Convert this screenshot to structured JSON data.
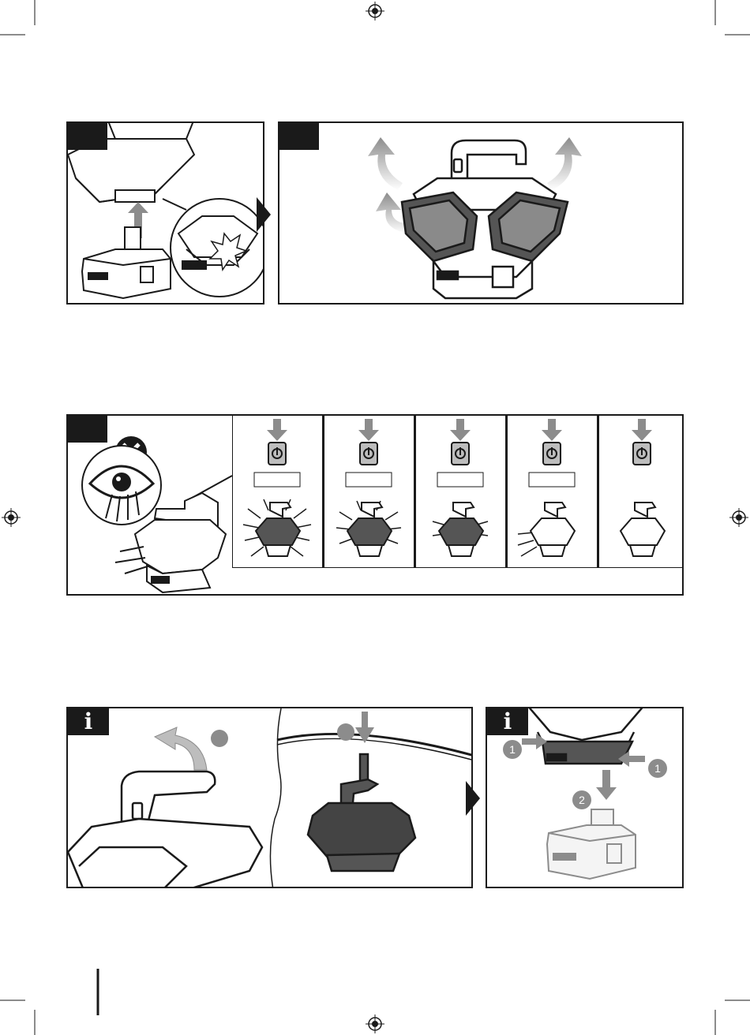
{
  "colors": {
    "ink": "#1a1a1a",
    "grey": "#8c8c8c",
    "light_grey": "#bdbdbd",
    "paper": "#ffffff"
  },
  "icons": [
    "registration-mark-icon",
    "power-button-icon",
    "eye-icon",
    "no-sign-icon",
    "arrow-icon",
    "info-icon"
  ],
  "figure_3": {
    "battery_modes": [
      {
        "mode": "bright",
        "lit": true
      },
      {
        "mode": "medium",
        "lit": true
      },
      {
        "mode": "low",
        "lit": true
      },
      {
        "mode": "side",
        "lit": true
      },
      {
        "mode": "off",
        "lit": false
      }
    ]
  },
  "figure_4": {
    "info_glyph": "i",
    "step_labels_left": [
      "",
      ""
    ],
    "step_labels_right": [
      "1",
      "1",
      "2"
    ]
  }
}
